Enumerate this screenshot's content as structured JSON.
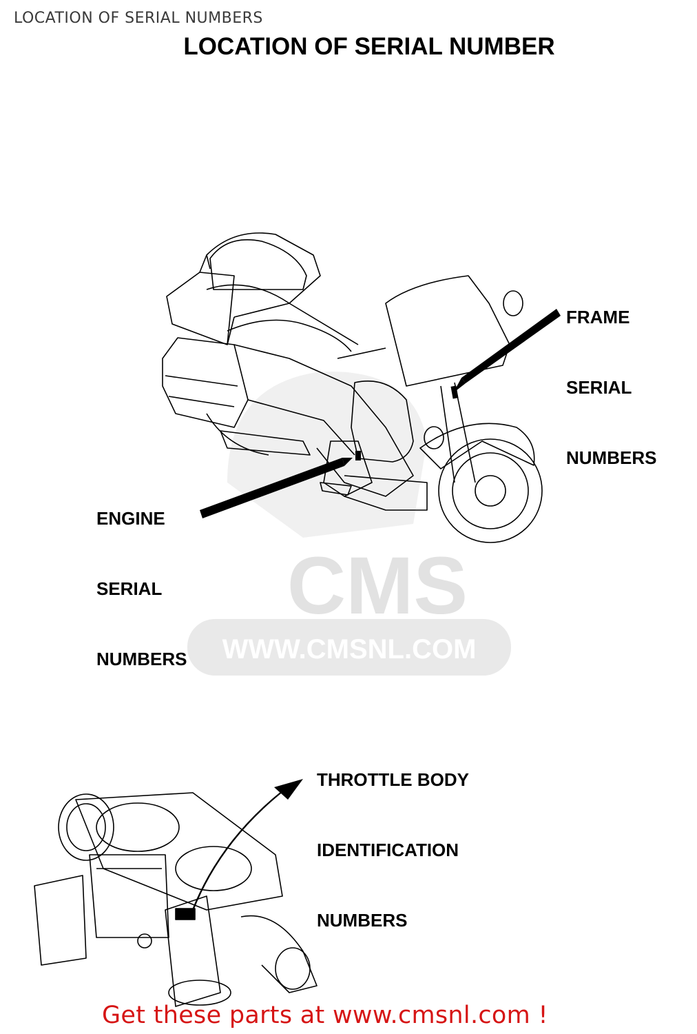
{
  "header": {
    "text": "LOCATION OF SERIAL NUMBERS"
  },
  "title": "LOCATION OF SERIAL NUMBER",
  "callouts": {
    "frame": [
      "FRAME",
      "SERIAL",
      "NUMBERS"
    ],
    "engine": [
      "ENGINE",
      "SERIAL",
      "NUMBERS"
    ],
    "throttle": [
      "THROTTLE BODY",
      "IDENTIFICATION",
      "NUMBERS"
    ]
  },
  "watermark": {
    "brand": "CMS",
    "url": "WWW.CMSNL.COM"
  },
  "footer": {
    "text": "Get these parts at www.cmsnl.com !",
    "color": "#d61515"
  }
}
